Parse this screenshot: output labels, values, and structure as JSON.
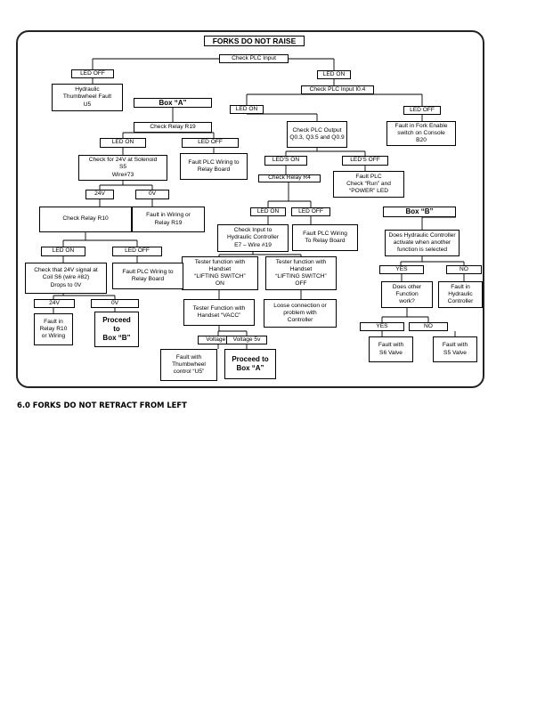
{
  "flowchart": {
    "title": "FORKS DO NOT RAISE",
    "nodes": {
      "check_plc_input": "Check PLC Input",
      "led_off_1": "LED OFF",
      "led_on_1": "LED ON",
      "hydraulic_thumbwheel_fault": "Hydraulic\nThumbwheel Fault\nU5",
      "check_plc_input_i04": "Check PLC Input I0.4",
      "box_a_label": "Box “A”",
      "check_relay_r19": "Check Relay R19",
      "led_on_2": "LED ON",
      "led_off_2": "LED OFF",
      "led_on_3": "LED ON",
      "led_off_3": "LED OFF",
      "fault_fork_enable": "Fault in Fork Enable\nswitch on Console\nB20",
      "check_24v_solenoid": "Check for 24V at Solenoid\nS5\nWire#73",
      "fault_plc_wiring_relay_1": "Fault PLC Wiring to\nRelay Board",
      "check_plc_output": "Check PLC Output\nQ0.3, Q3.5 and Q0.9",
      "leds_on": "LED'S ON",
      "leds_off": "LED'S OFF",
      "check_relay_r4": "Check Relay R4",
      "fault_plc_run_power": "Fault PLC\nCheck “Run” and\n“POWER” LED",
      "v24_1": "24V",
      "v0_1": "0V",
      "check_relay_r10": "Check Relay R10",
      "fault_wiring_r19": "Fault in Wiring or\nRelay R19",
      "led_on_4": "LED ON",
      "led_off_4": "LED OFF",
      "box_b_label": "Box “B”",
      "check_input_hydraulic": "Check Input to\nHydraulic Controller\nE7 – Wire #19",
      "fault_plc_wiring_relay_2": "Fault PLC Wiring\nTo Relay Board",
      "does_hydraulic_activate": "Does Hydraulic Controller\nactivate when another\nfunction is selected",
      "led_on_5": "LED ON",
      "led_off_5": "LED OFF",
      "tester_lifting_on": "Tester function with\nHandset\n“LIFTING SWITCH”\nON",
      "tester_lifting_off": "Tester function with\nHandset\n“LIFTING SWITCH”\nOFF",
      "yes_1": "YES",
      "no_1": "NO",
      "check_24v_coil": "Check that 24V signal at\nCoil S6 (wire #82)\nDrops to 0V",
      "fault_plc_wiring_relay_3": "Fault PLC Wiring to\nRelay Board",
      "does_other_function": "Does other\nFunction\nwork?",
      "fault_hydraulic_controller": "Fault in\nHydraulic\nController",
      "tester_vacc": "Tester Function with\nHandset “VACC”",
      "loose_connection": "Loose connection or\nproblem with\nController",
      "v24_2": "24V",
      "v0_2": "0V",
      "fault_relay_r10": "Fault in\nRelay R10\nor Wiring",
      "proceed_box_b": "Proceed\nto\nBox “B”",
      "yes_2": "YES",
      "no_2": "NO",
      "voltage_0": "Voltage 0",
      "voltage_5v": "Voltage 5v",
      "fault_s6_valve": "Fault with\nS6 Valve",
      "fault_s5_valve": "Fault with\nS5 Valve",
      "fault_thumbwheel_u5": "Fault with\nThumbwheel\ncontrol “U5”",
      "proceed_box_a": "Proceed to\nBox “A”"
    }
  },
  "section_heading": "6.0 FORKS DO NOT RETRACT FROM LEFT"
}
